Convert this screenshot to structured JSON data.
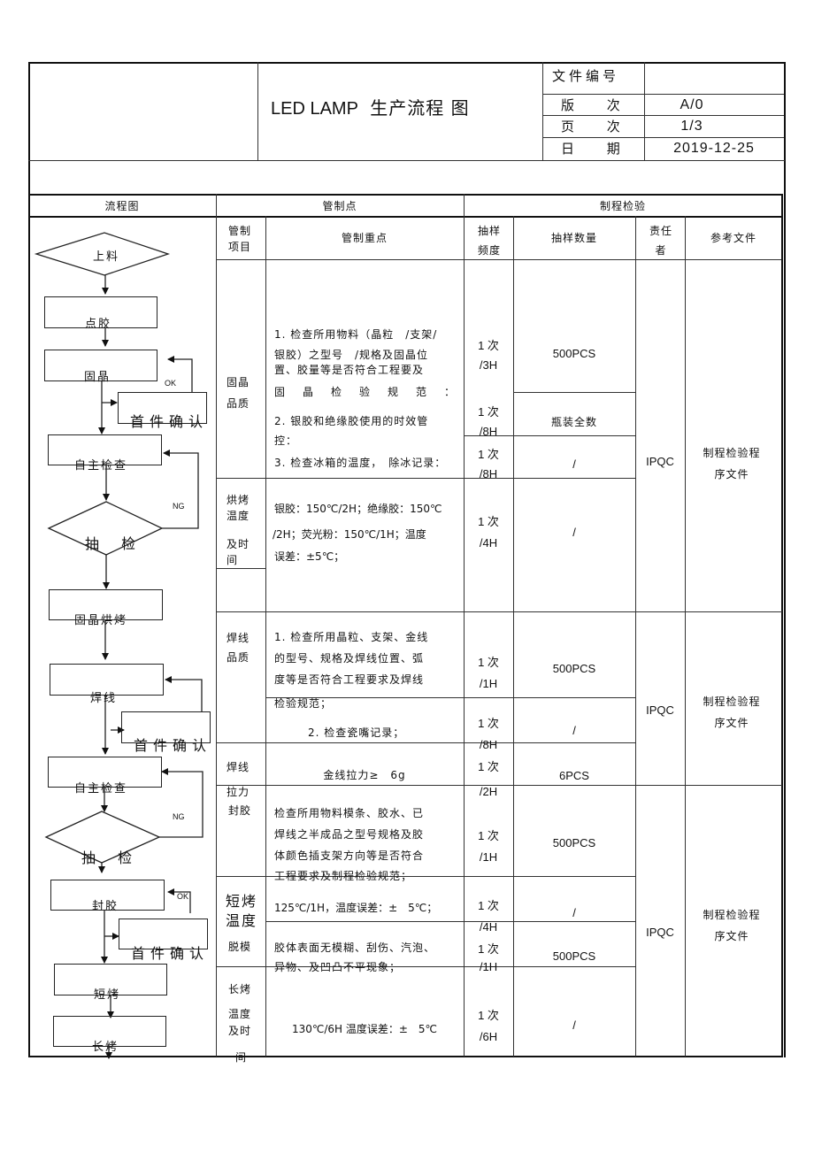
{
  "header": {
    "title_latin": "LED LAMP",
    "title_cn": "生产流程 图",
    "fields": [
      {
        "label": "文件编号",
        "value": ""
      },
      {
        "label": "版 次",
        "value": "A/0"
      },
      {
        "label": "页 次",
        "value": "1/3"
      },
      {
        "label": "日 期",
        "value": "2019-12-25"
      }
    ]
  },
  "table_headers": {
    "flowchart": "流程图",
    "control_point": "管制点",
    "process_inspection": "制程检验",
    "control_item": "管制项目",
    "control_key": "管制重点",
    "sampling_freq": "抽样频度",
    "sampling_qty": "抽样数量",
    "responsible": "责任者",
    "reference": "参考文件"
  },
  "flowchart": {
    "nodes": {
      "load": "上料",
      "dispense": "点胶",
      "die_bond": "固晶",
      "first_check_1": "首件确认",
      "self_check_1": "自主检查",
      "sample_1": "抽 检",
      "die_bake": "固晶烘烤",
      "wire_bond": "焊线",
      "first_check_2": "首件确认",
      "self_check_2": "自主检查",
      "sample_2": "抽 检",
      "encapsulate": "封胶",
      "first_check_3": "首件确认",
      "short_bake": "短烤",
      "long_bake": "长烤"
    },
    "labels": {
      "ok_1": "OK",
      "ng_1": "NG",
      "ng_2": "NG",
      "ok_3": "OK"
    }
  },
  "rows": {
    "die_quality": {
      "item": "固晶品质",
      "points": {
        "p1a": "1. 检查所用物料（晶粒　/支架/",
        "p1b": "银胶）之型号　/规格及固晶位",
        "p1c": "置、胶量等是否符合工程要及",
        "p1d": "固　晶　检　验　规　范　：",
        "p2a": "2. 银胶和绝缘胶使用的时效管",
        "p2b": "控：",
        "p3": "3. 检查冰箱的温度，　除冰记录："
      },
      "freq": [
        "1 次 /3H",
        "1 次 /8H",
        "1 次 /8H"
      ],
      "qty": [
        "500PCS",
        "瓶装全数",
        "/"
      ]
    },
    "bake_temp": {
      "item_a": "烘烤温度",
      "item_b": "及时间",
      "points_a": "银胶：150℃/2H；绝缘胶：150℃",
      "points_b": "/2H；荧光粉：150℃/1H；温度",
      "points_c": "误差：±5℃；",
      "freq": "1 次 /4H",
      "qty": "/"
    },
    "group1": {
      "responsible": "IPQC",
      "reference": "制程检验程序文件"
    },
    "wire_quality": {
      "item": "焊线品质",
      "points_a": "1. 检查所用晶粒、支架、金线",
      "points_b": "的型号、规格及焊线位置、弧",
      "points_c": "度等是否符合工程要求及焊线",
      "points_d": "检验规范；",
      "points_e": "2. 检查瓷嘴记录；",
      "freq": [
        "1 次 /1H",
        "1 次 /8H"
      ],
      "qty": [
        "500PCS",
        "/"
      ]
    },
    "wire_pull": {
      "item": "焊线拉力",
      "points": "金线拉力≥　6g",
      "freq": "1 次 /2H",
      "qty": "6PCS"
    },
    "group2": {
      "responsible": "IPQC",
      "reference": "制程检验程序文件"
    },
    "encapsulation": {
      "item": "封胶",
      "points_a": "检查所用物料模条、胶水、已",
      "points_b": "焊线之半成品之型号规格及胶",
      "points_c": "体颜色插支架方向等是否符合",
      "points_d": "工程要求及制程检验规范；",
      "freq": "1 次 /1H",
      "qty": "500PCS"
    },
    "short_bake": {
      "item": "短烤温度",
      "points": "125℃/1H，温度误差：±　5℃；",
      "freq": "1 次 /4H",
      "qty": "/"
    },
    "demold": {
      "item": "脱模",
      "points_a": "胶体表面无模糊、刮伤、汽泡、",
      "points_b": "异物、及凹凸不平现象；",
      "freq": "1 次 /1H",
      "qty": "500PCS"
    },
    "long_bake": {
      "item_a": "长烤",
      "item_b": "温度",
      "item_c": "及时",
      "item_d": "间",
      "points": "130℃/6H 温度误差：±　5℃",
      "freq": "1 次 /6H",
      "qty": "/"
    },
    "group3": {
      "responsible": "IPQC",
      "reference": "制程检验程序文件"
    }
  }
}
